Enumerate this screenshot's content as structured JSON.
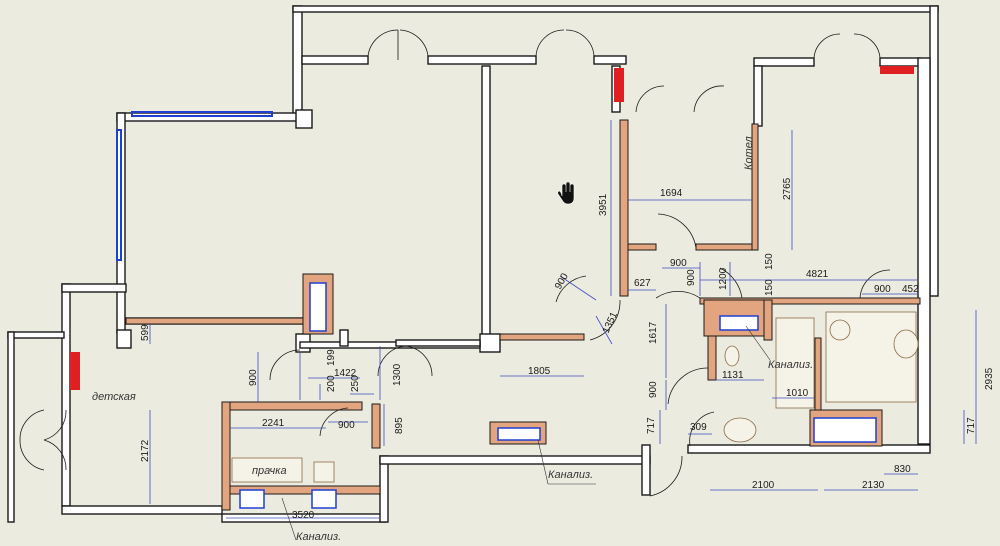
{
  "plan": {
    "rooms": {
      "kids_room": "детская",
      "laundry": "прачка",
      "boiler": "Котел"
    },
    "notes": {
      "sewer_top_right": "Канализ.",
      "sewer_center": "Канализ.",
      "sewer_bottom": "Канализ."
    },
    "dimensions": {
      "d599": "599",
      "d900_left": "900",
      "d199": "199",
      "d1422": "1422",
      "d200": "200",
      "d250": "250",
      "d1300": "1300",
      "d2241": "2241",
      "d900_mid": "900",
      "d895": "895",
      "d2172": "2172",
      "d3520": "3520",
      "d3951": "3951",
      "d900_diag": "900",
      "d1351": "1351",
      "d1805": "1805",
      "d1694": "1694",
      "d2765": "2765",
      "d627": "627",
      "d900_h": "900",
      "d900_v": "900",
      "d1200": "1200",
      "d150a": "150",
      "d150b": "150",
      "d4821": "4821",
      "d900_r": "900",
      "d452": "452",
      "d1617": "1617",
      "d1131": "1131",
      "d1010": "1010",
      "d900_bath": "900",
      "d717a": "717",
      "d309": "309",
      "d2935": "2935",
      "d717b": "717",
      "d2100": "2100",
      "d2130": "2130",
      "d830": "830"
    },
    "colors": {
      "background": "#ecebe0",
      "wall": "#ffffff",
      "partition": "#e3a57f",
      "dimension_line": "#3b4cc0",
      "window": "#1f3fd0",
      "marker": "#e02020"
    }
  }
}
